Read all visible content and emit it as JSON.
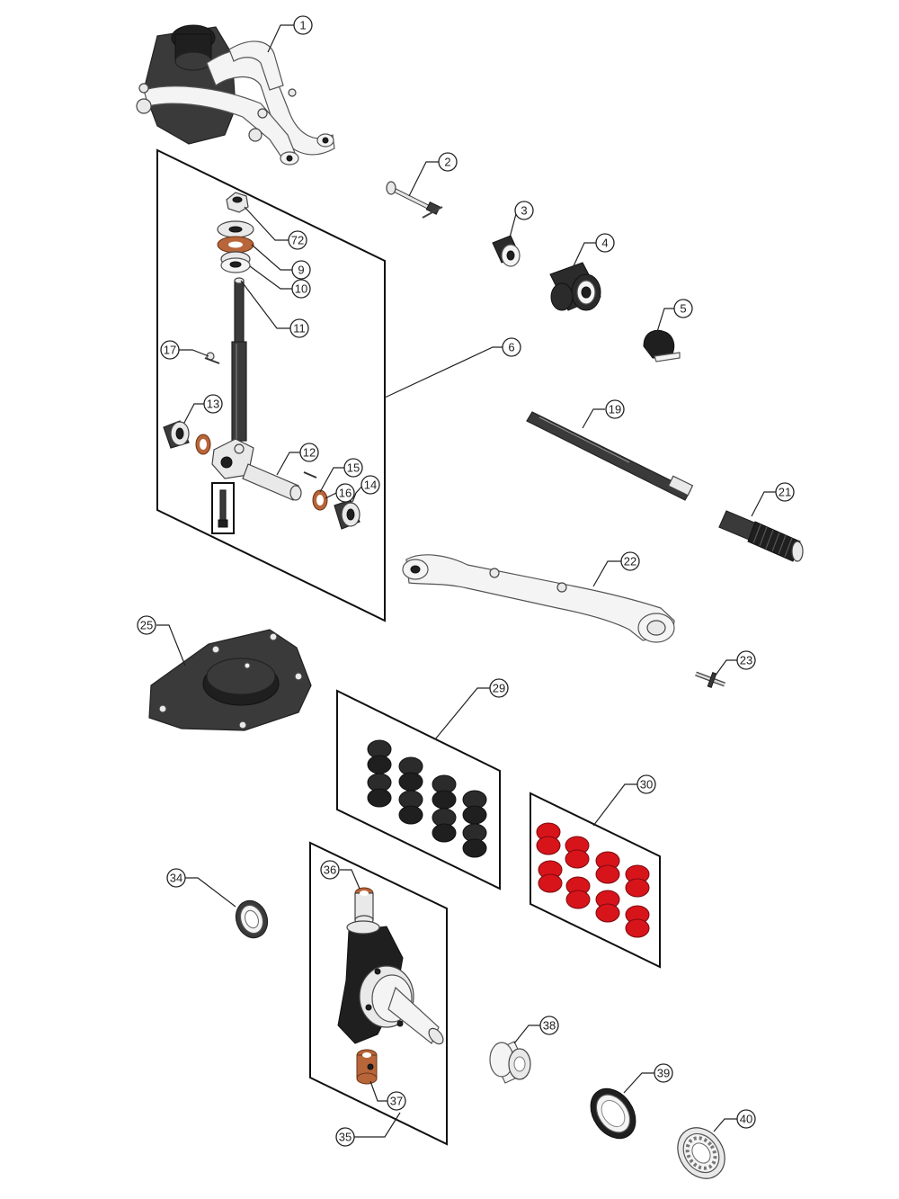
{
  "callouts": [
    {
      "id": "c1",
      "label": "1"
    },
    {
      "id": "c2",
      "label": "2"
    },
    {
      "id": "c3",
      "label": "3"
    },
    {
      "id": "c4",
      "label": "4"
    },
    {
      "id": "c5",
      "label": "5"
    },
    {
      "id": "c6",
      "label": "6"
    },
    {
      "id": "c72",
      "label": "72"
    },
    {
      "id": "c9",
      "label": "9"
    },
    {
      "id": "c10",
      "label": "10"
    },
    {
      "id": "c11",
      "label": "11"
    },
    {
      "id": "c17",
      "label": "17"
    },
    {
      "id": "c13",
      "label": "13"
    },
    {
      "id": "c12",
      "label": "12"
    },
    {
      "id": "c15",
      "label": "15"
    },
    {
      "id": "c16",
      "label": "16"
    },
    {
      "id": "c14",
      "label": "14"
    },
    {
      "id": "c19",
      "label": "19"
    },
    {
      "id": "c21",
      "label": "21"
    },
    {
      "id": "c22",
      "label": "22"
    },
    {
      "id": "c23",
      "label": "23"
    },
    {
      "id": "c25",
      "label": "25"
    },
    {
      "id": "c29",
      "label": "29"
    },
    {
      "id": "c30",
      "label": "30"
    },
    {
      "id": "c34",
      "label": "34"
    },
    {
      "id": "c36",
      "label": "36"
    },
    {
      "id": "c38",
      "label": "38"
    },
    {
      "id": "c39",
      "label": "39"
    },
    {
      "id": "c40",
      "label": "40"
    },
    {
      "id": "c37",
      "label": "37"
    },
    {
      "id": "c35",
      "label": "35"
    }
  ]
}
